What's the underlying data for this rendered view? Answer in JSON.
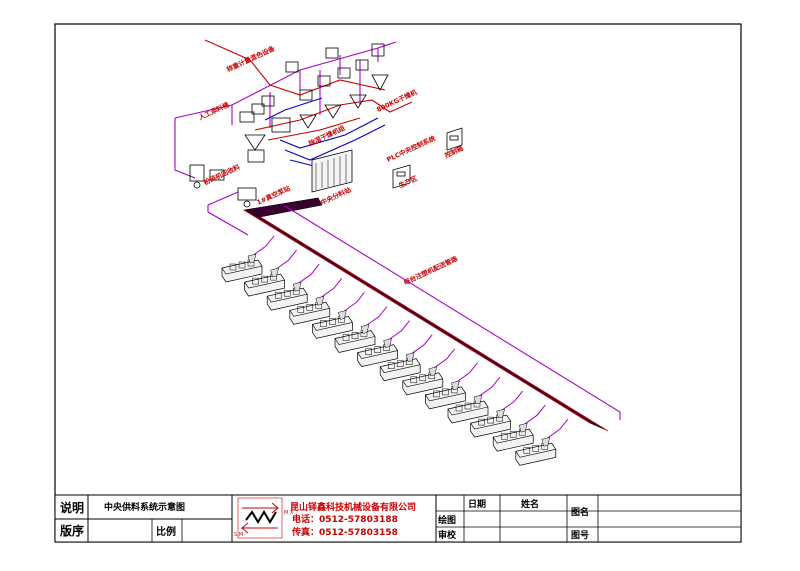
{
  "diagram": {
    "labels": {
      "weigh_mixer": "称重计量混色设备",
      "manual_loader": "人工添料桶",
      "crusher": "粉碎机回收料",
      "dryer_group": "除湿干燥机组",
      "dryer_group2": "800KG干燥机",
      "plc": "PLC中央控制系统",
      "control_box": "控制箱",
      "distributor": "中央分料站",
      "vacuum_pump": "1#真空泵站",
      "machine_row": "每台注塑机配送管路",
      "production": "生产区"
    },
    "colors": {
      "vacuum_line": "#aa00cc",
      "material_line": "#cc0000",
      "air_line": "#0000cc",
      "main_pipe": "#3a0030"
    },
    "machine_count": 14
  },
  "title_block": {
    "desc_label": "说明",
    "desc_value": "中央供料系统示意图",
    "version_label": "版序",
    "scale_label": "比例",
    "company_name": "昆山铎鑫科技机械设备有限公司",
    "phone": "电话：0512-57803188",
    "fax": "传真：0512-57803158",
    "logo_left": "S.M.",
    "logo_right": "M X",
    "date_label": "日期",
    "name_label": "姓名",
    "drawing_name_label": "图名",
    "draw_label": "绘图",
    "review_label": "审校",
    "drawing_no_label": "图号"
  }
}
